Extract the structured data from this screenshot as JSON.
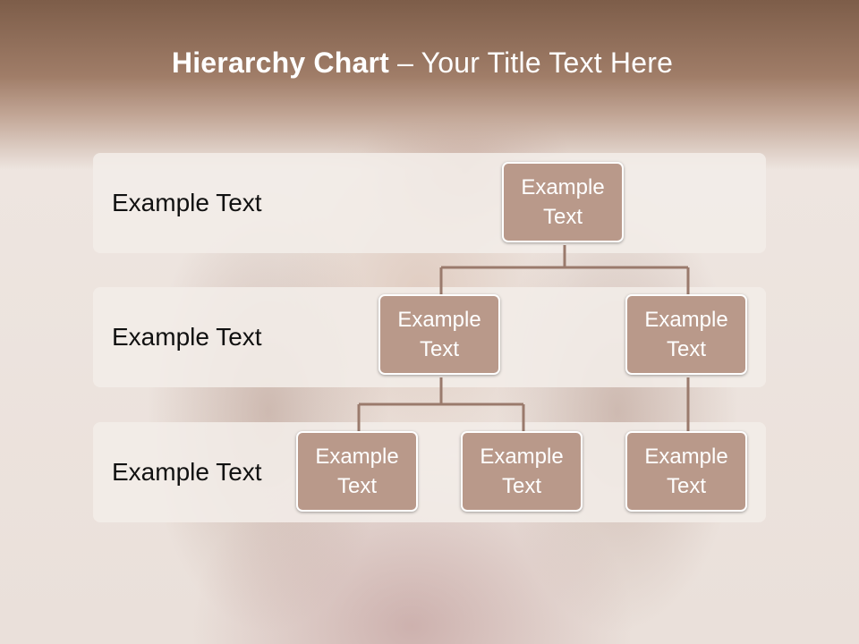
{
  "slide": {
    "title_bold": "Hierarchy Chart",
    "title_rest": " – Your Title Text Here"
  },
  "levels": [
    {
      "label": "Example Text"
    },
    {
      "label": "Example Text"
    },
    {
      "label": "Example Text"
    }
  ],
  "nodes": {
    "root": "Example Text",
    "level2_left": "Example Text",
    "level2_right": "Example Text",
    "level3_left": "Example Text",
    "level3_middle": "Example Text",
    "level3_right": "Example Text"
  },
  "colors": {
    "header": "#7d5d49",
    "node_fill": "#b9998a",
    "connector": "#9a7a6c",
    "band": "#f2ede8"
  }
}
